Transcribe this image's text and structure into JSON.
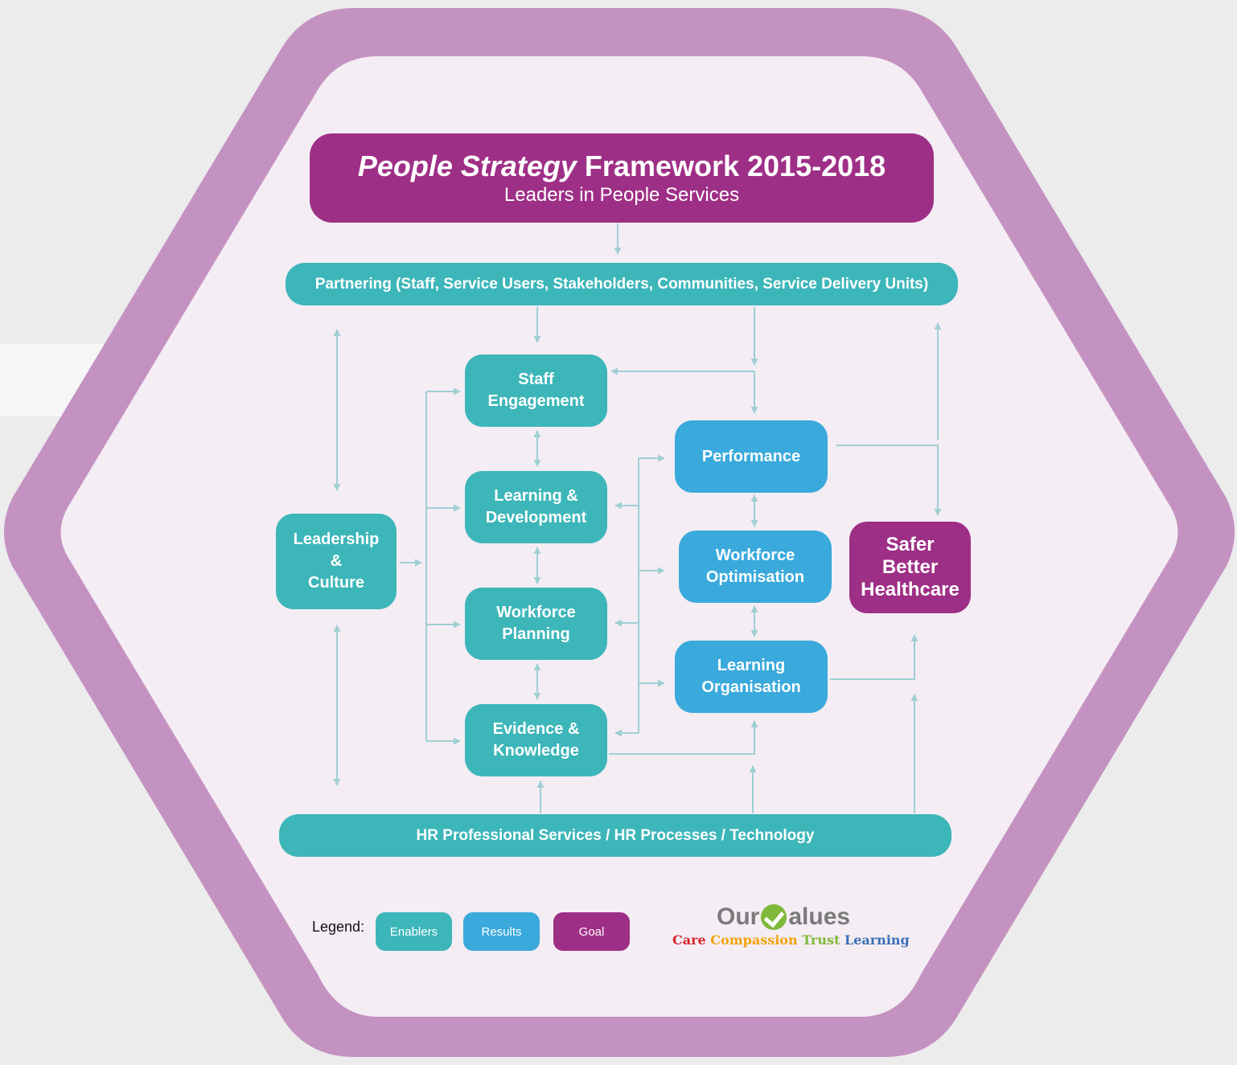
{
  "header": {
    "title_italic": "People Strategy",
    "title_rest": "Framework 2015-2018",
    "subtitle": "Leaders in People Services"
  },
  "bars": {
    "partnering": "Partnering (Staff, Service Users, Stakeholders, Communities, Service Delivery Units)",
    "hr": "HR Professional Services / HR Processes / Technology"
  },
  "nodes": {
    "leadership": [
      "Leadership",
      "&",
      "Culture"
    ],
    "staff_engagement": [
      "Staff",
      "Engagement"
    ],
    "learning_development": [
      "Learning &",
      "Development"
    ],
    "workforce_planning": [
      "Workforce",
      "Planning"
    ],
    "evidence_knowledge": [
      "Evidence &",
      "Knowledge"
    ],
    "performance": [
      "Performance"
    ],
    "workforce_optimisation": [
      "Workforce",
      "Optimisation"
    ],
    "learning_organisation": [
      "Learning",
      "Organisation"
    ],
    "goal": [
      "Safer",
      "Better",
      "Healthcare"
    ]
  },
  "legend": {
    "label": "Legend:",
    "enablers": "Enablers",
    "results": "Results",
    "goal": "Goal"
  },
  "logo": {
    "our": "Our",
    "alues": "alues",
    "words": [
      "Care",
      "Compassion",
      "Trust",
      "Learning"
    ]
  },
  "colors": {
    "enabler": "#3db6b9",
    "result": "#3aa9dc",
    "goal": "#9e2f86",
    "frame": "#c492c0",
    "inner": "#f4edf4",
    "arrow": "#9fcfd3",
    "logo_words": [
      "#d9262b",
      "#f2a20a",
      "#7fb83a",
      "#3b6fb5"
    ]
  }
}
